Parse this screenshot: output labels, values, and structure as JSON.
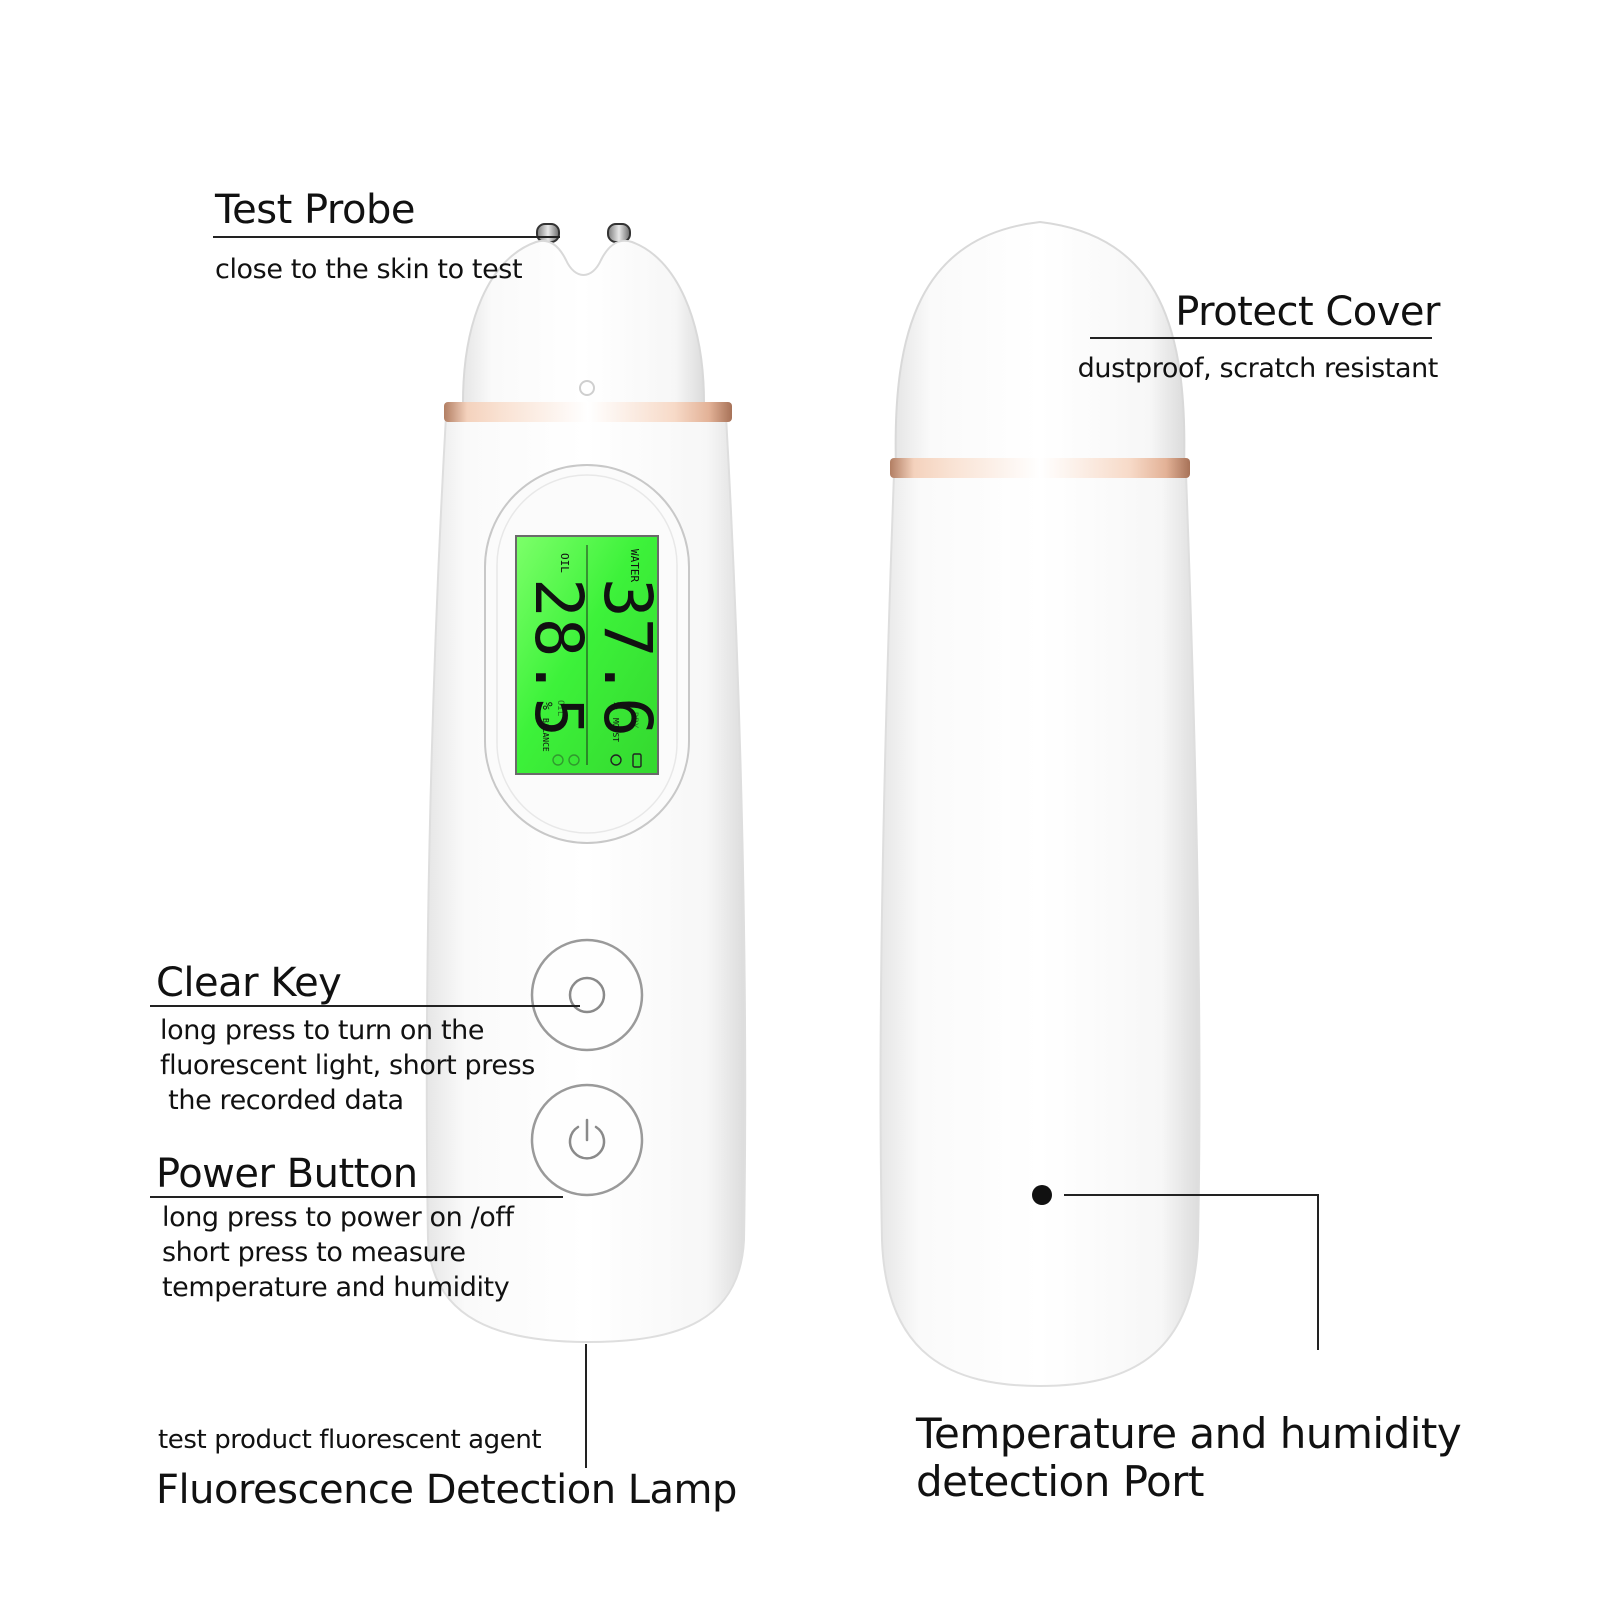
{
  "labels": {
    "test_probe": {
      "title": "Test Probe",
      "desc": "close to the skin to test"
    },
    "protect_cover": {
      "title": "Protect Cover",
      "desc": "dustproof, scratch resistant"
    },
    "clear_key": {
      "title": "Clear Key",
      "desc": [
        "long press to turn on the",
        "fluorescent light, short press",
        " the recorded data"
      ]
    },
    "power_button": {
      "title": "Power Button",
      "desc": [
        "long press to power on /off",
        "short press to measure",
        "temperature and humidity"
      ]
    },
    "fluorescence": {
      "desc": "test product fluorescent agent",
      "title": "Fluorescence Detection Lamp"
    },
    "temp_port": {
      "title": [
        "Temperature and humidity",
        "detection Port"
      ]
    }
  },
  "lcd": {
    "oil_label": "OIL",
    "oil_value": "28.5",
    "water_label": "WATER",
    "water_value": "37.6",
    "unit": "%",
    "oil_status": "OIL",
    "balance_label": "BALANCE",
    "moist_label": "MOIST",
    "dry_label": "DRY"
  },
  "colors": {
    "lcd_green": "#3df23a",
    "rose_gold": "#e0a887",
    "device_white": "#ffffff",
    "line": "#222222"
  },
  "icons": {
    "clear_key": "circle-icon",
    "power_button": "power-icon"
  }
}
